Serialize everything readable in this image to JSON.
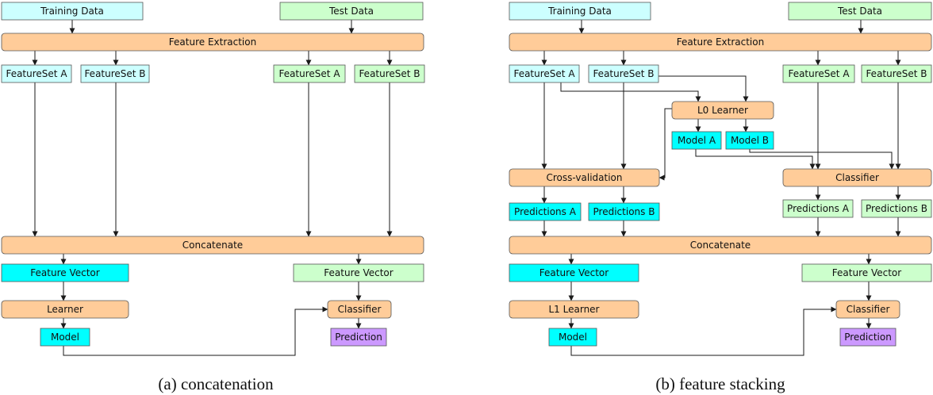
{
  "colors": {
    "input": "#ccffff",
    "test": "#ccffcc",
    "process": "#ffcc99",
    "cyan": "#00ffff",
    "prediction": "#cc99ff"
  },
  "panel_a": {
    "caption": "(a) concatenation",
    "nodes": {
      "training_data": "Training Data",
      "test_data": "Test Data",
      "feature_extraction": "Feature Extraction",
      "featureset_a_train": "FeatureSet A",
      "featureset_b_train": "FeatureSet B",
      "featureset_a_test": "FeatureSet A",
      "featureset_b_test": "FeatureSet B",
      "concatenate": "Concatenate",
      "feature_vector_train": "Feature Vector",
      "feature_vector_test": "Feature Vector",
      "learner": "Learner",
      "model": "Model",
      "classifier": "Classifier",
      "prediction": "Prediction"
    }
  },
  "panel_b": {
    "caption": "(b) feature stacking",
    "nodes": {
      "training_data": "Training Data",
      "test_data": "Test Data",
      "feature_extraction": "Feature Extraction",
      "featureset_a_train": "FeatureSet A",
      "featureset_b_train": "FeatureSet B",
      "featureset_a_test": "FeatureSet A",
      "featureset_b_test": "FeatureSet B",
      "l0_learner": "L0 Learner",
      "model_a": "Model A",
      "model_b": "Model B",
      "cross_validation": "Cross-validation",
      "classifier_l0": "Classifier",
      "predictions_a_train": "Predictions A",
      "predictions_b_train": "Predictions B",
      "predictions_a_test": "Predictions A",
      "predictions_b_test": "Predictions B",
      "concatenate": "Concatenate",
      "feature_vector_train": "Feature Vector",
      "feature_vector_test": "Feature Vector",
      "l1_learner": "L1 Learner",
      "model": "Model",
      "classifier": "Classifier",
      "prediction": "Prediction"
    }
  }
}
